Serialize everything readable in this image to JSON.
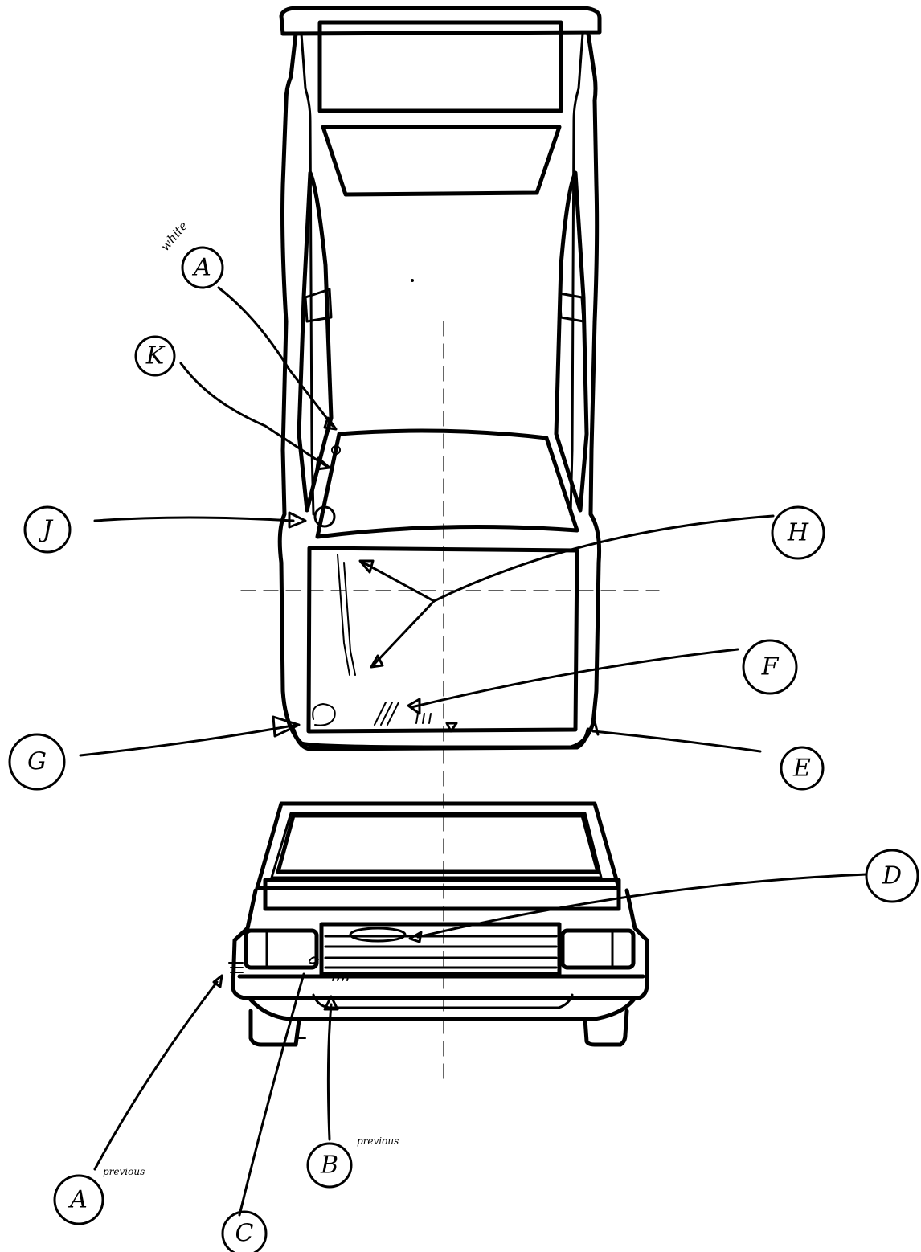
{
  "callouts": {
    "a_top": {
      "letter": "A",
      "note": "white"
    },
    "k": {
      "letter": "K"
    },
    "j": {
      "letter": "J"
    },
    "h": {
      "letter": "H"
    },
    "f": {
      "letter": "F"
    },
    "g": {
      "letter": "G"
    },
    "e": {
      "letter": "E"
    },
    "d": {
      "letter": "D"
    },
    "a_bottom": {
      "letter": "A",
      "note": "previous"
    },
    "b": {
      "letter": "B",
      "note": "previous"
    },
    "c": {
      "letter": "C"
    }
  }
}
